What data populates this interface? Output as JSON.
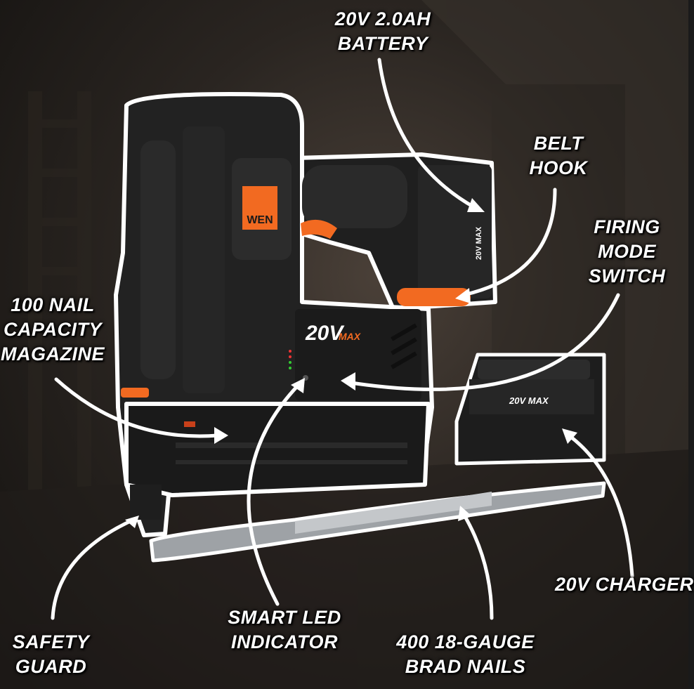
{
  "callouts": {
    "battery": [
      "20V 2.0AH",
      "BATTERY"
    ],
    "belt_hook": [
      "BELT",
      "HOOK"
    ],
    "firing_mode": [
      "FIRING",
      "MODE",
      "SWITCH"
    ],
    "magazine": [
      "100 NAIL",
      "CAPACITY",
      "MAGAZINE"
    ],
    "charger": [
      "20V CHARGER"
    ],
    "safety_guard": [
      "SAFETY",
      "GUARD"
    ],
    "led_indicator": [
      "SMART LED",
      "INDICATOR"
    ],
    "brad_nails": [
      "400 18-GAUGE",
      "BRAD NAILS"
    ]
  },
  "product": {
    "brand": "WEN",
    "voltage_badge": "20V",
    "max_badge": "MAX",
    "battery_label": "20V MAX",
    "charger_label": "20V MAX"
  },
  "colors": {
    "accent": "#f26a21",
    "tool_body": "#1e1e1e",
    "outline": "#ffffff",
    "text": "#ffffff"
  }
}
